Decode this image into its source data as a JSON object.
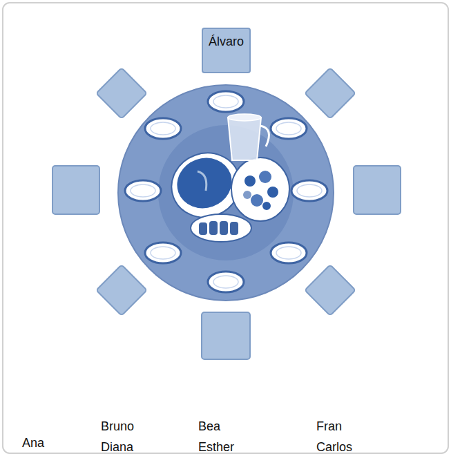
{
  "diagram": {
    "nodes": [
      {
        "text": [
          "Álvaro"
        ]
      }
    ],
    "labels": [
      "Ana",
      "Bruno",
      "Diana",
      "Bea",
      "Esther",
      "Fran",
      "Carlos"
    ]
  }
}
